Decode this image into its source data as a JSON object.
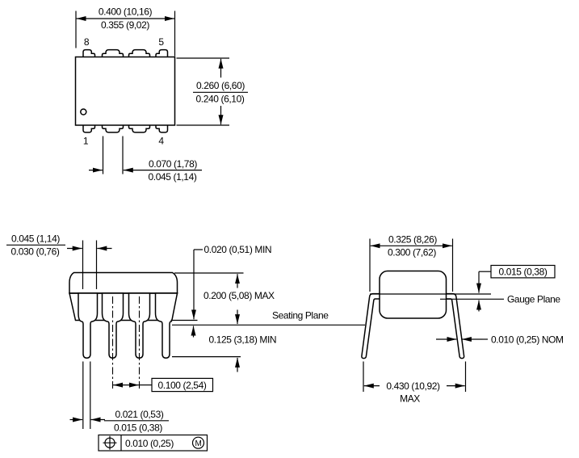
{
  "style": {
    "background": "#ffffff",
    "line_color": "#000000"
  },
  "top_view": {
    "dim_width_line1": "0.400 (10,16)",
    "dim_width_line2": "0.355 (9,02)",
    "pin_top_left": "8",
    "pin_top_right": "5",
    "pin_bottom_left": "1",
    "pin_bottom_right": "4",
    "dim_height_line1": "0.260 (6,60)",
    "dim_height_line2": "0.240 (6,10)",
    "dim_lead_line1": "0.070 (1,78)",
    "dim_lead_line2": "0.045 (1,14)"
  },
  "side_view": {
    "dim_shoulder_line1": "0.045 (1,14)",
    "dim_shoulder_line2": "0.030 (0,76)",
    "dim_standoff": "0.020 (0,51) MIN",
    "dim_body_height": "0.200 (5,08) MAX",
    "seating_plane_label": "Seating Plane",
    "dim_lead_below": "0.125 (3,18) MIN",
    "dim_pitch": "0.100 (2,54)",
    "dim_lead_width_line1": "0.021 (0,53)",
    "dim_lead_width_line2": "0.015 (0,38)",
    "fcf_tolerance": "0.010 (0,25)",
    "fcf_modifier": "M"
  },
  "end_view": {
    "dim_span_line1": "0.325 (8,26)",
    "dim_span_line2": "0.300 (7,62)",
    "dim_gauge_offset": "0.015 (0,38)",
    "gauge_plane_label": "Gauge Plane",
    "dim_lead_thickness": "0.010 (0,25) NOM",
    "dim_overall_width": "0.430 (10,92)",
    "dim_overall_qualifier": "MAX"
  }
}
